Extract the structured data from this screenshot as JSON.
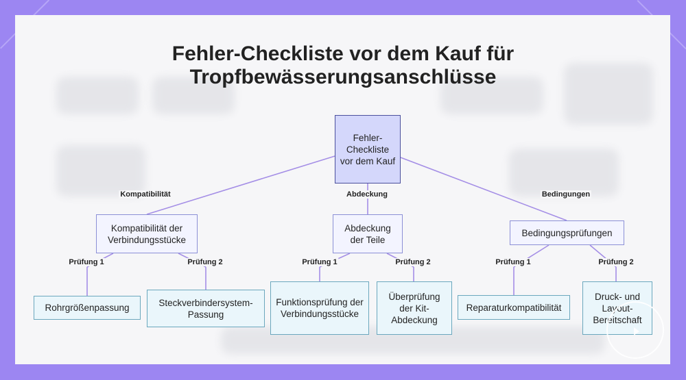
{
  "title": {
    "line1": "Fehler-Checkliste vor dem Kauf für",
    "line2": "Tropfbewässerungsanschlüsse"
  },
  "root": {
    "label": "Fehler-Checkliste vor dem Kauf"
  },
  "branches": [
    {
      "edge_label": "Kompatibilität",
      "label": "Kompatibilität der Verbindungsstücke",
      "children": [
        {
          "edge_label": "Prüfung 1",
          "label": "Rohrgrößenpassung"
        },
        {
          "edge_label": "Prüfung 2",
          "label": "Steckverbindersystem-Passung"
        }
      ]
    },
    {
      "edge_label": "Abdeckung",
      "label": "Abdeckung der Teile",
      "children": [
        {
          "edge_label": "Prüfung 1",
          "label": "Funktionsprüfung der Verbindungsstücke"
        },
        {
          "edge_label": "Prüfung 2",
          "label": "Überprüfung der Kit-Abdeckung"
        }
      ]
    },
    {
      "edge_label": "Bedingungen",
      "label": "Bedingungsprüfungen",
      "children": [
        {
          "edge_label": "Prüfung 1",
          "label": "Reparaturkompatibilität"
        },
        {
          "edge_label": "Prüfung 2",
          "label": "Druck- und Layout-Bereitschaft"
        }
      ]
    }
  ],
  "colors": {
    "frame": "#9c86f2",
    "link": "#a48ee6",
    "root_fill": "#d4d7fb",
    "leaf_fill": "#eaf6fb",
    "leaf_border": "#6aa7bd"
  },
  "icons": [
    "play-circle-icon"
  ]
}
